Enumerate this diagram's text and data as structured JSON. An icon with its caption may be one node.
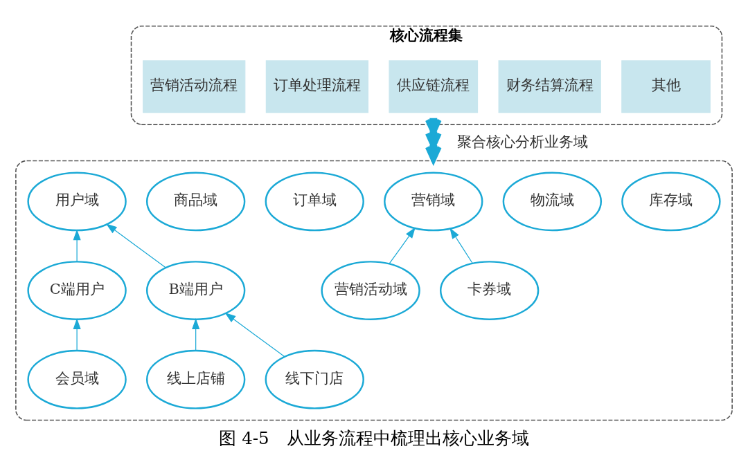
{
  "diagram": {
    "caption": "图 4-5　从业务流程中梳理出核心业务域",
    "nodes": [
      {
        "text": [
          "核心流程集"
        ]
      },
      {
        "text": [
          "营销活动流程"
        ],
        "in": 0
      },
      {
        "text": [
          "订单处理流程"
        ],
        "in": 0
      },
      {
        "text": [
          "供应链流程"
        ],
        "in": 0
      },
      {
        "text": [
          "财务结算流程"
        ],
        "in": 0
      },
      {
        "text": [
          "其他"
        ],
        "in": 0
      },
      {
        "text": [],
        "shape": "box"
      },
      {
        "text": [
          "用户域"
        ],
        "in": 6
      },
      {
        "text": [
          "商品域"
        ],
        "in": 6
      },
      {
        "text": [
          "订单域"
        ],
        "in": 6
      },
      {
        "text": [
          "营销域"
        ],
        "in": 6
      },
      {
        "text": [
          "物流域"
        ],
        "in": 6
      },
      {
        "text": [
          "库存域"
        ],
        "in": 6
      },
      {
        "text": [
          "C端用户"
        ],
        "in": 6
      },
      {
        "text": [
          "B端用户"
        ],
        "in": 6
      },
      {
        "text": [
          "营销活动域"
        ],
        "in": 6
      },
      {
        "text": [
          "卡券域"
        ],
        "in": 6
      },
      {
        "text": [
          "会员域"
        ],
        "in": 6
      },
      {
        "text": [
          "线上店铺"
        ],
        "in": 6
      },
      {
        "text": [
          "线下门店"
        ],
        "in": 6
      }
    ],
    "edges": [
      {
        "from": 0,
        "to": 6,
        "arrow": "to",
        "label": "聚合核心分析业务域",
        "style": "thick"
      },
      {
        "from": 13,
        "to": 7,
        "arrow": "to"
      },
      {
        "from": 14,
        "to": 7,
        "arrow": "to"
      },
      {
        "from": 15,
        "to": 10,
        "arrow": "to"
      },
      {
        "from": 16,
        "to": 10,
        "arrow": "to"
      },
      {
        "from": 17,
        "to": 13,
        "arrow": "to"
      },
      {
        "from": 18,
        "to": 14,
        "arrow": "to"
      },
      {
        "from": 19,
        "to": 14,
        "arrow": "to"
      }
    ]
  }
}
